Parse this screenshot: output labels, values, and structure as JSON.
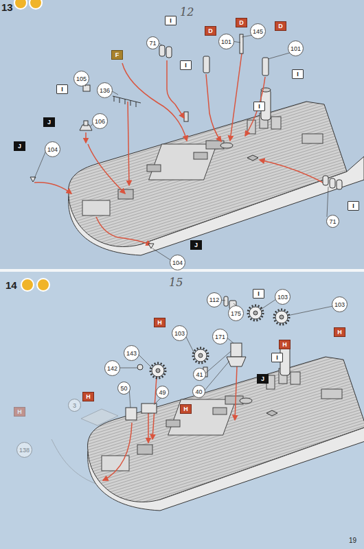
{
  "diagram": {
    "nodes": [
      {
        "text": [
          "I"
        ]
      },
      {
        "text": [
          "71"
        ]
      },
      {
        "text": [
          "D"
        ]
      },
      {
        "text": [
          "101"
        ]
      },
      {
        "text": [
          "D"
        ]
      },
      {
        "text": [
          "145"
        ]
      },
      {
        "text": [
          "D"
        ]
      },
      {
        "text": [
          "101"
        ]
      },
      {
        "text": [
          "I"
        ]
      },
      {
        "text": [
          "I"
        ]
      },
      {
        "text": [
          "I"
        ]
      },
      {
        "text": [
          "F"
        ]
      },
      {
        "text": [
          "136"
        ]
      },
      {
        "text": [
          "I"
        ]
      },
      {
        "text": [
          "105"
        ]
      },
      {
        "text": [
          "J"
        ]
      },
      {
        "text": [
          "106"
        ]
      },
      {
        "text": [
          "J"
        ]
      },
      {
        "text": [
          "104"
        ]
      },
      {
        "text": [
          "71"
        ]
      },
      {
        "text": [
          "I"
        ]
      },
      {
        "text": [
          "J"
        ]
      },
      {
        "text": [
          "104"
        ]
      },
      {
        "text": [
          "I"
        ]
      },
      {
        "text": [
          "112"
        ]
      },
      {
        "text": [
          "175"
        ]
      },
      {
        "text": [
          "103"
        ]
      },
      {
        "text": [
          "103"
        ]
      },
      {
        "text": [
          "H"
        ]
      },
      {
        "text": [
          "171"
        ]
      },
      {
        "text": [
          "H"
        ]
      },
      {
        "text": [
          "103"
        ]
      },
      {
        "text": [
          "H"
        ]
      },
      {
        "text": [
          "143"
        ]
      },
      {
        "text": [
          "I"
        ]
      },
      {
        "text": [
          "142"
        ]
      },
      {
        "text": [
          "50"
        ]
      },
      {
        "text": [
          "H"
        ]
      },
      {
        "text": [
          "49"
        ]
      },
      {
        "text": [
          "H"
        ]
      },
      {
        "text": [
          "41"
        ]
      },
      {
        "text": [
          "40"
        ]
      },
      {
        "text": [
          "J"
        ]
      },
      {
        "text": [
          "H"
        ]
      },
      {
        "text": [
          "3"
        ]
      },
      {
        "text": [
          "138"
        ]
      }
    ],
    "labels": [
      "13",
      "12",
      "14",
      "15",
      "19"
    ]
  }
}
